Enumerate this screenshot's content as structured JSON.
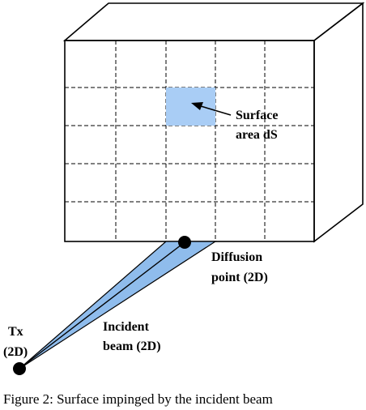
{
  "labels": {
    "surface_line1": "Surface",
    "surface_line2": "area dS",
    "diffusion_line1": "Diffusion",
    "diffusion_line2": "point (2D)",
    "tx_line1": "Tx",
    "tx_line2": "(2D)",
    "beam_line1": "Incident",
    "beam_line2": "beam (2D)"
  },
  "caption": "Figure 2: Surface impinged by the incident beam",
  "colors": {
    "highlight": "#a9cdf5",
    "beam": "#8fbcec",
    "line": "#000000"
  }
}
